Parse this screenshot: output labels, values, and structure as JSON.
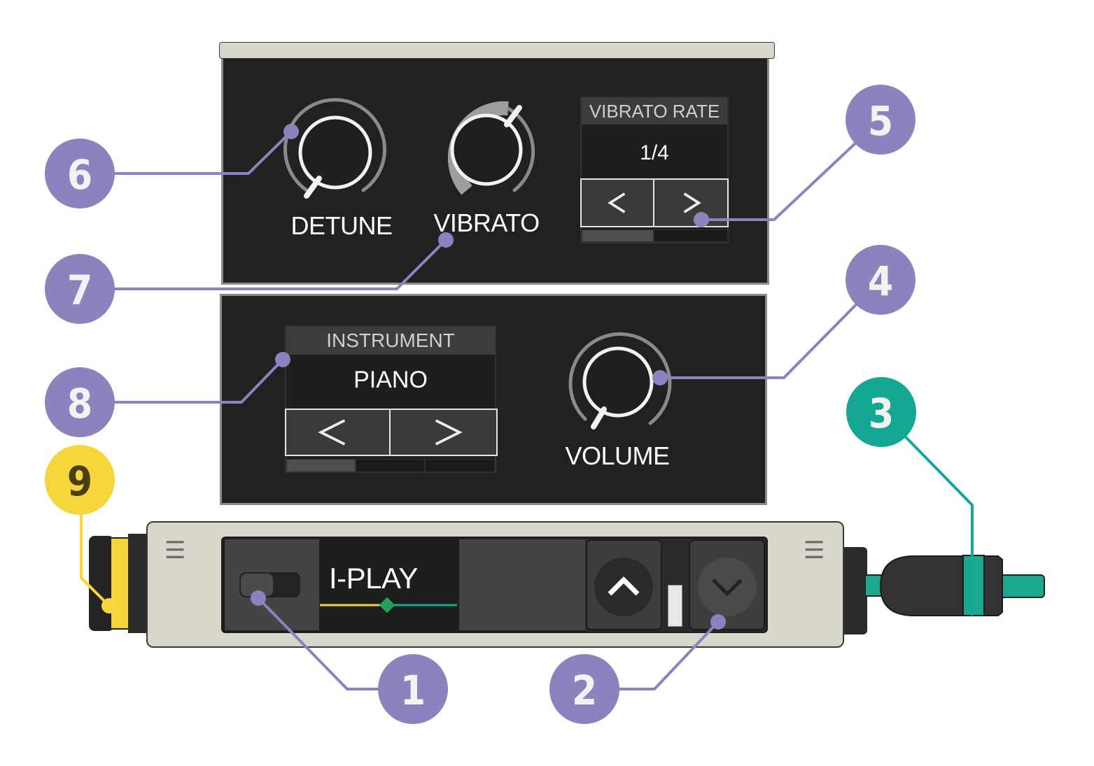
{
  "colors": {
    "callout_purple": "#8a83bd",
    "callout_teal": "#14a894",
    "callout_yellow": "#f5d63d",
    "panel_bg": "#212121",
    "device_body": "#d9d7cb",
    "accent_yellow": "#f4d63a",
    "accent_green": "#1aa88e"
  },
  "panel_top": {
    "detune": {
      "label": "DETUNE"
    },
    "vibrato": {
      "label": "VIBRATO"
    },
    "vibrato_rate": {
      "header": "VIBRATO RATE",
      "value": "1/4",
      "prev_icon": "chevron-left-icon",
      "next_icon": "chevron-right-icon"
    }
  },
  "panel_bottom": {
    "instrument": {
      "header": "INSTRUMENT",
      "value": "PIANO",
      "prev_icon": "chevron-left-icon",
      "next_icon": "chevron-right-icon"
    },
    "volume": {
      "label": "VOLUME"
    }
  },
  "device": {
    "name": "I-PLAY",
    "grip_icon": "grip-lines-icon",
    "up_icon": "chevron-up-icon",
    "down_icon": "chevron-down-icon",
    "menu_left": "☰",
    "menu_right": "☰"
  },
  "callouts": [
    {
      "number": "1",
      "color": "#8a83bd"
    },
    {
      "number": "2",
      "color": "#8a83bd"
    },
    {
      "number": "3",
      "color": "#14a894"
    },
    {
      "number": "4",
      "color": "#8a83bd"
    },
    {
      "number": "5",
      "color": "#8a83bd"
    },
    {
      "number": "6",
      "color": "#8a83bd"
    },
    {
      "number": "7",
      "color": "#8a83bd"
    },
    {
      "number": "8",
      "color": "#8a83bd"
    },
    {
      "number": "9",
      "color": "#f5d63d"
    }
  ]
}
